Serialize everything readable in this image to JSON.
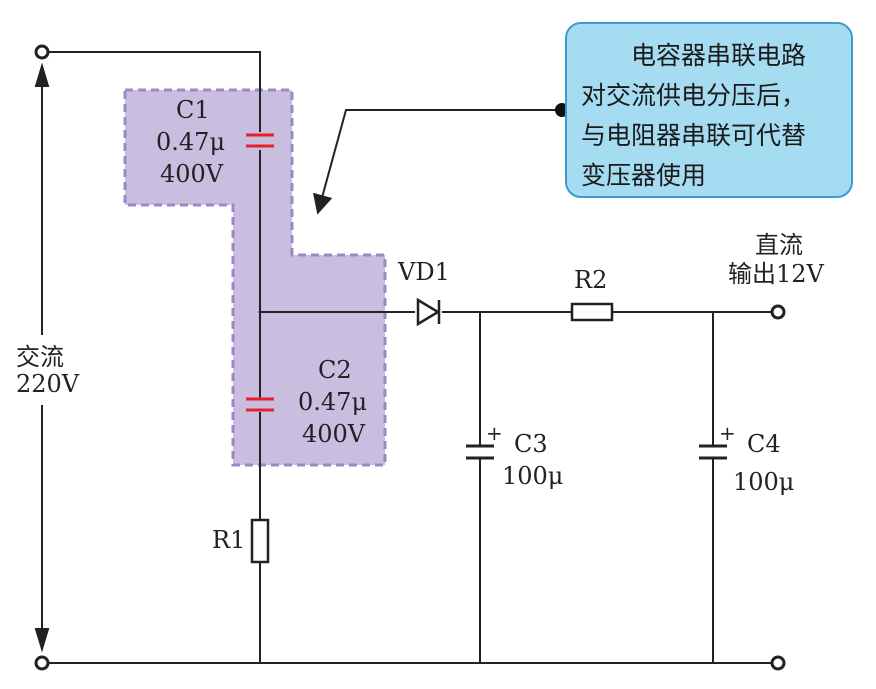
{
  "ac_input": {
    "label_line1": "交流",
    "label_line2": "220V"
  },
  "c1": {
    "name": "C1",
    "value": "0.47μ",
    "voltage": "400V"
  },
  "c2": {
    "name": "C2",
    "value": "0.47μ",
    "voltage": "400V"
  },
  "r1": {
    "name": "R1"
  },
  "vd1": {
    "name": "VD1"
  },
  "r2": {
    "name": "R2"
  },
  "c3": {
    "name": "C3",
    "value": "100μ",
    "polarity": "+"
  },
  "c4": {
    "name": "C4",
    "value": "100μ",
    "polarity": "+"
  },
  "dc_output": {
    "label_line1": "直流",
    "label_line2": "输出12V"
  },
  "callout": {
    "lines": [
      "电容器串联电路",
      "对交流供电分压后，",
      "与电阻器串联可代替",
      "变压器使用"
    ]
  },
  "colors": {
    "highlight_fill": "#c9bde0",
    "highlight_border": "#9a89c6",
    "capacitor_red": "#e8202a",
    "callout_fill": "#a6dcf2",
    "callout_border": "#3a9cd0",
    "wire": "#222222"
  }
}
